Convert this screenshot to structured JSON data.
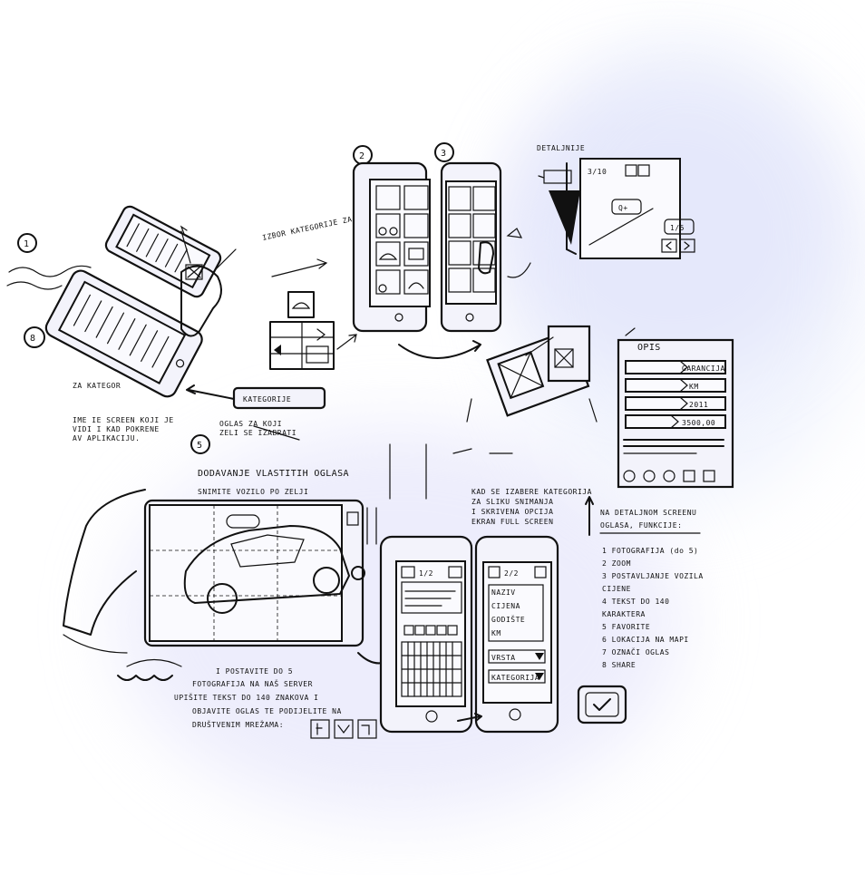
{
  "steps": {
    "s1": "1",
    "s2": "2",
    "s3": "3",
    "s5": "5",
    "s8": "8"
  },
  "left_notes": {
    "tagline": "ZA KATEGOR",
    "desc1": "IME IE SCREEN KOJI JE",
    "desc2": "VIDI I KAD POKRENE",
    "desc3": "AV APLIKACIJU."
  },
  "middle_notes": {
    "category_btn": "KATEGORIJE",
    "line1": "IZBOR KATEGORIJE ZA",
    "line2": "OGLAS ZA KOJI",
    "line3": "ZELI SE IZABRATI"
  },
  "detail": {
    "label": "DETALJNIJE",
    "counter": "3/10",
    "add": "Q+",
    "pager": "1/5"
  },
  "opis": {
    "title": "OPIS",
    "rows": [
      "GARANCIJA",
      "KM",
      "2011",
      "3500,00"
    ]
  },
  "section5": {
    "title": "DODAVANJE VLASTITIH OGLASA",
    "subtitle": "SNIMITE VOZILO PO ZELJI",
    "note1": "KAD SE IZABERE KATEGORIJA",
    "note2": "ZA SLIKU SNIMANJA",
    "note3": "I SKRIVENA OPCIJA",
    "note4": "EKRAN FULL SCREEN"
  },
  "bottom_notes": {
    "b1": "I POSTAVITE DO 5",
    "b2": "FOTOGRAFIJA NA NAŠ SERVER",
    "b3": "UPIŠITE TEKST DO 140 ZNAKOVA I",
    "b4": "OBJAVITE OGLAS TE PODIJELITE NA",
    "b5": "DRUŠTVENIM MREŽAMA:"
  },
  "phones": {
    "p1_counter": "1/2",
    "p2_counter": "2/2",
    "p2_fields": [
      "NAZIV",
      "CIJENA",
      "GODIŠTE",
      "KM"
    ],
    "p2_select1": "VRSTA",
    "p2_select2": "KATEGORIJA"
  },
  "right_list": {
    "header1": "NA DETALJNOM SCREENU",
    "header2": "OGLASA, FUNKCIJE:",
    "items": [
      "1 FOTOGRAFIJA (do 5)",
      "2 ZOOM",
      "3 POSTAVLJANJE VOZILA",
      "  CIJENE",
      "4 TEKST DO 140",
      "  KARAKTERA",
      "5 FAVORITE",
      "6 LOKACIJA NA MAPI",
      "7 OZNAČI OGLAS",
      "8 SHARE"
    ]
  }
}
